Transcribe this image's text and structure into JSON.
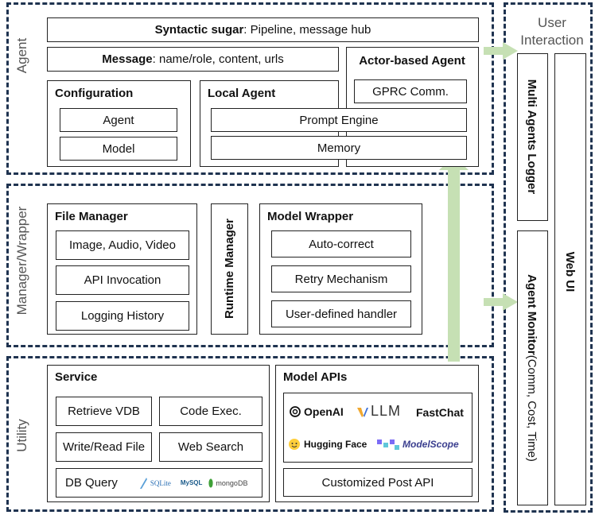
{
  "sections": {
    "agent": "Agent",
    "manager": "Manager/Wrapper",
    "utility": "Utility",
    "user_interaction": "User Interaction"
  },
  "agent": {
    "sugar_bold": "Syntactic sugar",
    "sugar_rest": ": Pipeline, message hub",
    "message_bold": "Message",
    "message_rest": ": name/role, content, urls",
    "actor_title": "Actor-based Agent",
    "grpc": "GPRC Comm.",
    "config_title": "Configuration",
    "config_items": [
      "Agent",
      "Model"
    ],
    "local_title": "Local Agent",
    "prompt_engine": "Prompt Engine",
    "memory": "Memory"
  },
  "manager": {
    "file_title": "File Manager",
    "file_items": [
      "Image, Audio, Video",
      "API Invocation",
      "Logging History"
    ],
    "runtime": "Runtime Manager",
    "model_title": "Model Wrapper",
    "model_items": [
      "Auto-correct",
      "Retry Mechanism",
      "User-defined handler"
    ]
  },
  "utility": {
    "service_title": "Service",
    "retrieve": "Retrieve VDB",
    "code_exec": "Code Exec.",
    "write_read": "Write/Read File",
    "web_search": "Web Search",
    "db_query": "DB Query",
    "db_logos": [
      "SQLite",
      "MySQL",
      "mongoDB"
    ],
    "api_title": "Model APIs",
    "api_logos": [
      "OpenAI",
      "LLM",
      "FastChat",
      "Hugging Face",
      "ModelScope"
    ],
    "custom_api": "Customized Post API"
  },
  "ui": {
    "logger": "Multi Agents Logger",
    "monitor_bold": "Agent Monitor",
    "monitor_rest": " (Comm, Cost, Time)",
    "web_ui": "Web UI"
  },
  "colors": {
    "dash": "#1f3350",
    "arrow": "#c6e0b4",
    "text": "#111111"
  }
}
